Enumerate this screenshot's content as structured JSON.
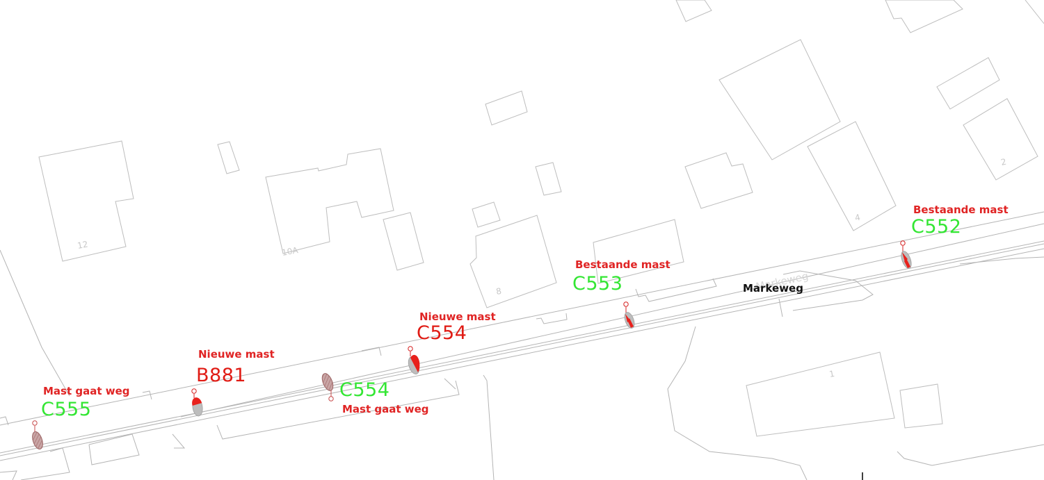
{
  "colors": {
    "new_mast": "#e8211c",
    "existing_mast": "#e8211c",
    "removed_mast": "#a76d6d",
    "code_new": "#e01b14",
    "code_keep": "#33e633",
    "note": "#e02424",
    "street": "#111111"
  },
  "street": {
    "name": "Markeweg",
    "faint_label": "Markeweg"
  },
  "house_numbers": [
    "12",
    "10A",
    "8",
    "4",
    "2",
    "1"
  ],
  "masts": [
    {
      "id": "C555",
      "status": "removed",
      "note": "Mast gaat weg",
      "code_color": "keep"
    },
    {
      "id": "B881",
      "status": "new",
      "note": "Nieuwe mast",
      "code_color": "new"
    },
    {
      "id": "C554-old",
      "code": "C554",
      "status": "removed",
      "note": "Mast gaat weg",
      "code_color": "keep"
    },
    {
      "id": "C554",
      "status": "new",
      "note": "Nieuwe mast",
      "code_color": "new"
    },
    {
      "id": "C553",
      "status": "existing",
      "note": "Bestaande mast",
      "code_color": "keep"
    },
    {
      "id": "C552",
      "status": "existing",
      "note": "Bestaande mast",
      "code_color": "keep"
    }
  ],
  "labels": {
    "c555_note": "Mast gaat weg",
    "c555_code": "C555",
    "b881_note": "Nieuwe mast",
    "b881_code": "B881",
    "c554old_code": "C554",
    "c554old_note": "Mast gaat weg",
    "c554_note": "Nieuwe mast",
    "c554_code": "C554",
    "c553_note": "Bestaande mast",
    "c553_code": "C553",
    "c552_note": "Bestaande mast",
    "c552_code": "C552"
  }
}
